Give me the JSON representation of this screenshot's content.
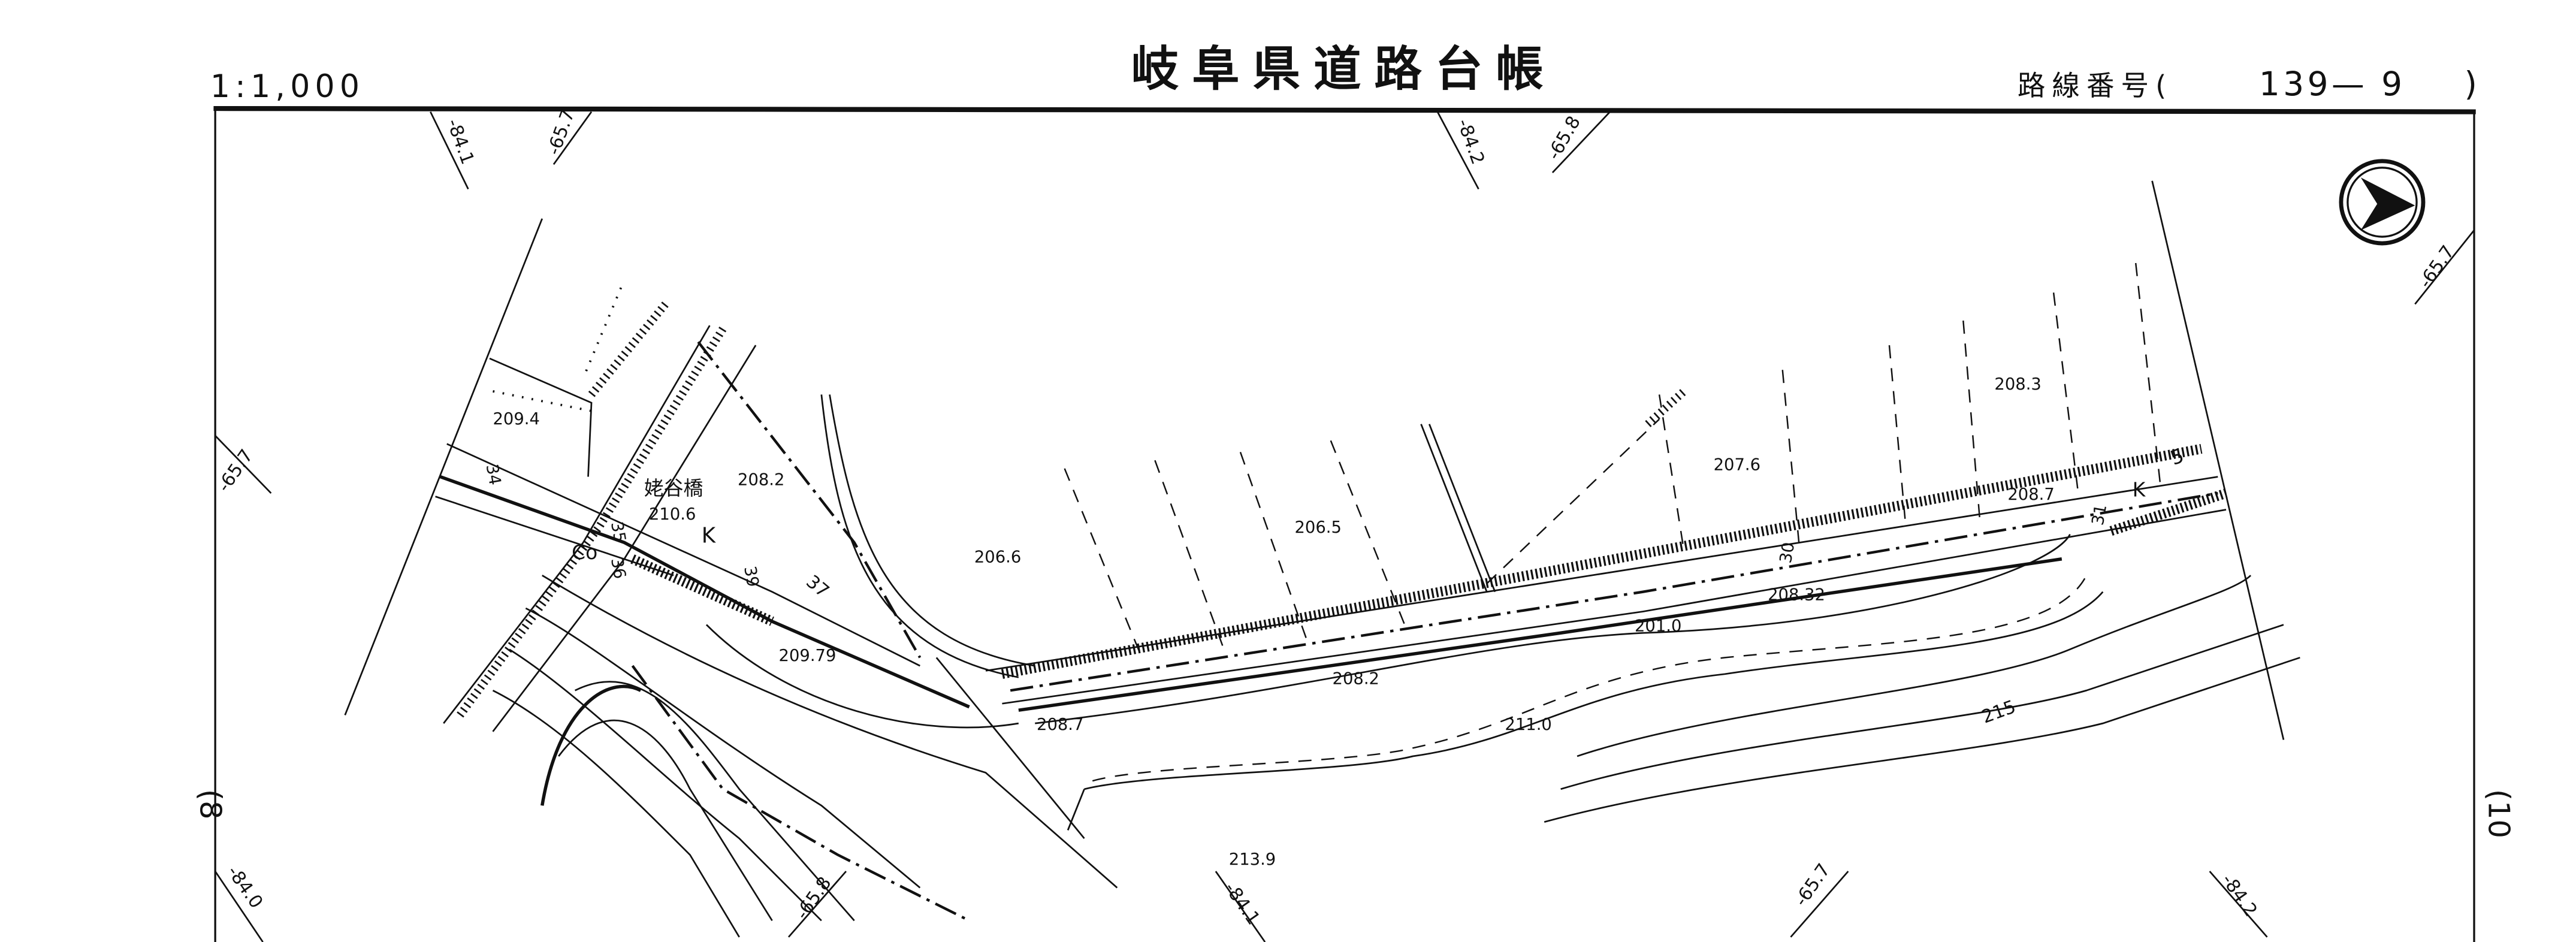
{
  "header": {
    "scale": "1:1,000",
    "title": "岐阜県道路台帳",
    "route_label": "路線番号(",
    "route_number": "139— 9",
    "route_close": ")"
  },
  "sheet_refs": {
    "left": "(8",
    "right": "(10"
  },
  "grid_labels": {
    "top": [
      "-84.1",
      "-65.7",
      "-84.2",
      "-65.8"
    ],
    "left": "-65.7",
    "right": "-65.7",
    "bottom": [
      "-84.0",
      "-65.8",
      "-84.1",
      "-65.7",
      "-84.2"
    ]
  },
  "map": {
    "bridge_name": "姥谷橋",
    "bridge_elevation": "210.6",
    "spot_heights": [
      "209.4",
      "208.2",
      "206.6",
      "206.5",
      "207.6",
      "208.3",
      "208.7",
      "201.0",
      "208.32",
      "209.79",
      "208.2",
      "208.7",
      "211.0",
      "213.9"
    ],
    "contour_label": "215",
    "symbols": {
      "k1": "K",
      "k2": "K",
      "co": "Co"
    },
    "stations": [
      "34",
      "35",
      "36",
      "37",
      "39",
      "30",
      "31",
      "5"
    ]
  }
}
